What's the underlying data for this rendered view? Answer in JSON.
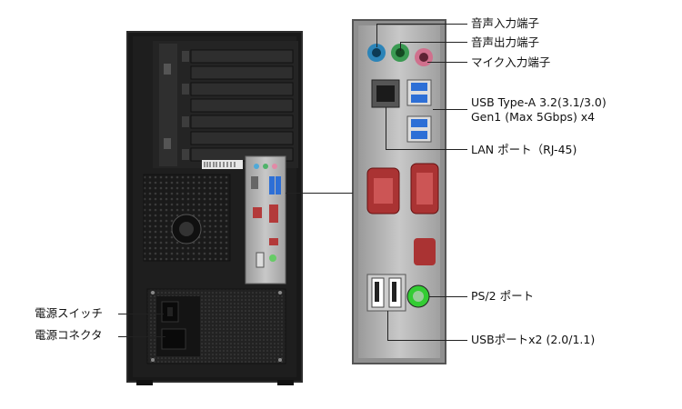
{
  "labels": {
    "audio_in": "音声入力端子",
    "audio_out": "音声出力端子",
    "mic_in": "マイク入力端子",
    "usb_type_a_line1": "USB Type-A 3.2(3.1/3.0)",
    "usb_type_a_line2": "Gen1 (Max 5Gbps) x4",
    "lan_port": "LAN ポート（RJ-45)",
    "ps2_port": "PS/2 ポート",
    "usb2_ports": "USBポートx2 (2.0/1.1)",
    "power_switch": "電源スイッチ",
    "power_connector": "電源コネクタ"
  },
  "colors": {
    "case_body": "#1c1c1c",
    "io_plate": "#b9b9b9",
    "usb3_blue": "#2d6fd6",
    "audio_blue": "#4fa9d8",
    "audio_green": "#4fb36a",
    "audio_pink": "#e28aa6",
    "serial_red": "#b33a3a"
  },
  "icons": {
    "audio_in_port": "audio-jack-blue",
    "audio_out_port": "audio-jack-green",
    "mic_port": "audio-jack-pink",
    "ps2_port": "ps2-round-port",
    "fan": "case-fan"
  }
}
